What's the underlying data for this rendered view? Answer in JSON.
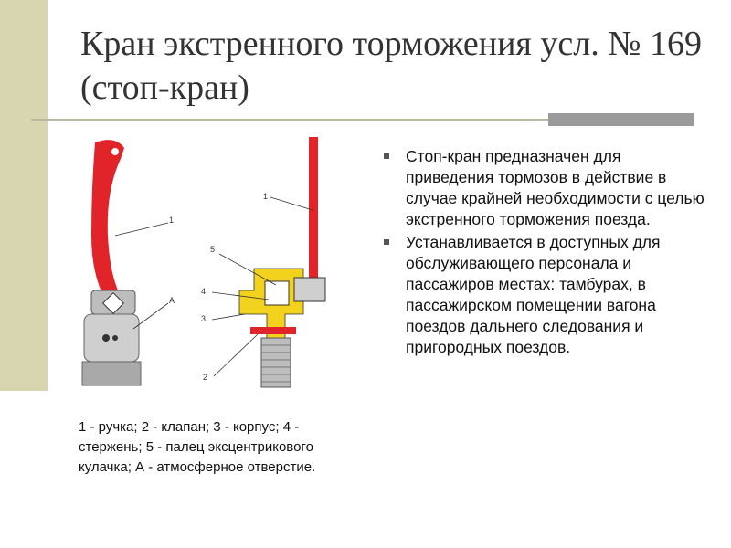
{
  "slide": {
    "title": "Кран экстренного торможения усл. № 169 (стоп-кран)",
    "figure_left": {
      "labels": [
        "1",
        "А"
      ]
    },
    "figure_right": {
      "labels": [
        "1",
        "5",
        "4",
        "3",
        "2"
      ]
    },
    "caption": "1 - ручка; 2 - клапан; 3 - корпус; 4 - стержень; 5 - палец эксцентрикового кулачка; А - атмосферное отверстие.",
    "bullets": [
      "Стоп-кран предназначен для приведения тормозов в действие в случае крайней необходимости с целью экстренного торможения поезда.",
      "Устанавливается в доступных для обслуживающего персонала и пассажиров местах: тамбурах, в пассажирском помещении вагона поездов дальнего следования и пригородных поездов."
    ]
  },
  "colors": {
    "accent_band": "#d8d6b0",
    "handle_red": "#e0242a",
    "body_yellow": "#f2d21c"
  }
}
